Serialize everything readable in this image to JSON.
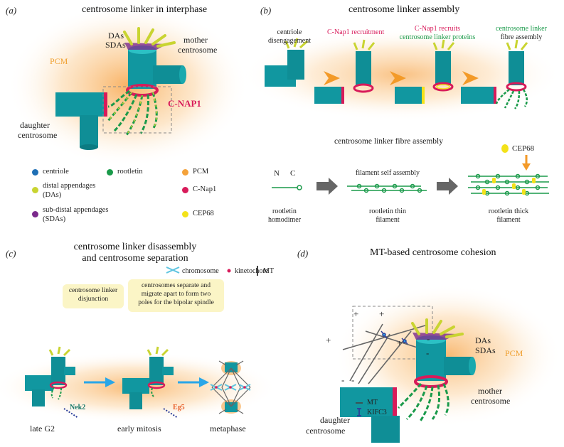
{
  "panel_a": {
    "letter": "(a)",
    "title": "centrosome linker in interphase",
    "pcm": "PCM",
    "das": "DAs",
    "sdas": "SDAs",
    "mother_1": "mother",
    "mother_2": "centrosome",
    "daughter_1": "daughter",
    "daughter_2": "centrosome",
    "cnap1": "C-NAP1"
  },
  "legend": {
    "centriole": "centriole",
    "rootletin": "rootletin",
    "pcm": "PCM",
    "das_1": "distal appendages",
    "das_2": "(DAs)",
    "cnap1": "C-Nap1",
    "sdas_1": "sub-distal appendages",
    "sdas_2": "(SDAs)",
    "cep68": "CEP68",
    "colors": {
      "centriole": "#1f6fb5",
      "rootletin": "#1a9a4a",
      "pcm": "#f4a23a",
      "das": "#c9d431",
      "cnap1": "#d81b5a",
      "sdas": "#7b2a8c",
      "cep68": "#f3e21a"
    }
  },
  "panel_b": {
    "letter": "(b)",
    "title": "centrosome linker assembly",
    "step1_1": "centriole",
    "step1_2": "disengagement",
    "step2": "C-Nap1 recruitment",
    "step3_1": "C-Nap1 recruits",
    "step3_2": "centrosome linker proteins",
    "step4_1": "centrosome linker",
    "step4_2": "fibre assembly",
    "fibre_title": "centrosome linker fibre assembly",
    "cep68": "CEP68",
    "n": "N",
    "c": "C",
    "homodimer_1": "rootletin",
    "homodimer_2": "homodimer",
    "self_assembly": "filament self assembly",
    "thin_1": "rootletin thin",
    "thin_2": "filament",
    "thick_1": "rootletin thick",
    "thick_2": "filament"
  },
  "panel_c": {
    "letter": "(c)",
    "title_1": "centrosome linker disassembly",
    "title_2": "and centrosome separation",
    "chromosome": "chromosome",
    "kinetochore": "kinetochore",
    "mt": "MT",
    "box1_1": "centrosome linker",
    "box1_2": "disjunction",
    "box2_1": "centrosomes separate and",
    "box2_2": "migrate apart to form two",
    "box2_3": "poles for the bipolar spindle",
    "nek2": "Nek2",
    "eg5": "Eg5",
    "late_g2": "late G2",
    "early_mitosis": "early mitosis",
    "metaphase": "metaphase"
  },
  "panel_d": {
    "letter": "(d)",
    "title": "MT-based centrosome cohesion",
    "mt": "MT",
    "kifc3": "KIFC3",
    "das": "DAs",
    "sdas": "SDAs",
    "pcm": "PCM",
    "mother_1": "mother",
    "mother_2": "centrosome",
    "daughter_1": "daughter",
    "daughter_2": "centrosome",
    "plus": "+",
    "minus": "-"
  }
}
